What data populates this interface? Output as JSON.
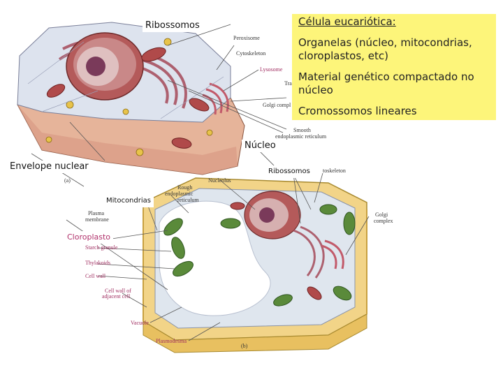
{
  "info_box": {
    "title": "Célula eucariótica:",
    "line1": "Organelas (núcleo, mitocondrias, cloroplastos, etc)",
    "line2": "Material genético compactado no núcleo",
    "line3": "Cromossomos lineares"
  },
  "overlay_labels": {
    "ribossomos_top": "Ribossomos",
    "nucleo": "Núcleo",
    "envelope": "Envelope nuclear",
    "ribossomos_mid": "Ribossomos",
    "mitocondrias": "Mitocondrias",
    "cloroplasto": "Cloroplasto"
  },
  "figure_labels": {
    "peroxisome": "Peroxisome",
    "cytoskeleton_a": "Cytoskeleton",
    "lysosome": "Lysosome",
    "transport_fragment": "Tra",
    "golgi_a": "Golgi compl",
    "smooth_er": "Smooth endoplasmic reticulum",
    "smooth_er_line1": "Smooth",
    "smooth_er_line2": "endoplasmic reticulum",
    "cytoskeleton_b": "toskeleton",
    "panel_a": "(a)",
    "nucleolus": "Nucleolus",
    "rough_er_line1": "Rough",
    "rough_er_line2": "endoplasmic",
    "rough_er_line3": "reticulum",
    "plasma_membrane_line1": "Plasma",
    "plasma_membrane_line2": "membrane",
    "starch_granule": "Starch granule",
    "thylakoids": "Thylakoids",
    "cell_wall": "Cell wall",
    "cell_wall_adjacent_line1": "Cell wall of",
    "cell_wall_adjacent_line2": "adjacent cell",
    "vacuole": "Vacuole",
    "plasmodesma": "Plasmodesma",
    "golgi_b_line1": "Golgi",
    "golgi_b_line2": "complex",
    "panel_b": "(b)"
  }
}
